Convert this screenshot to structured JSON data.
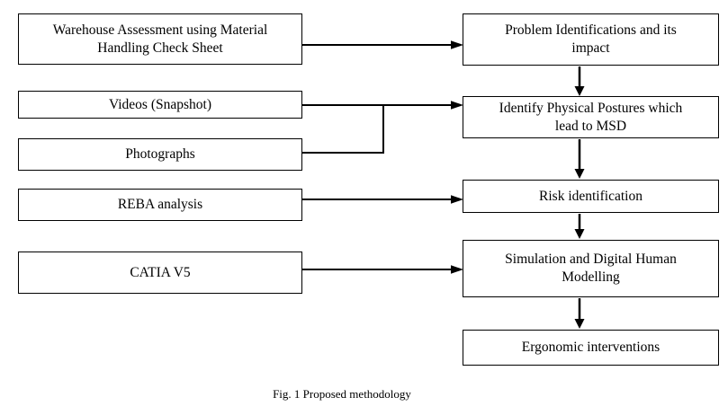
{
  "diagram": {
    "left_boxes": [
      {
        "label": "Warehouse Assessment using Material Handling Check Sheet"
      },
      {
        "label": "Videos (Snapshot)"
      },
      {
        "label": "Photographs"
      },
      {
        "label": "REBA analysis"
      },
      {
        "label": "CATIA V5"
      }
    ],
    "right_boxes": [
      {
        "label": "Problem Identifications and its impact"
      },
      {
        "label": "Identify Physical Postures which lead to MSD"
      },
      {
        "label": "Risk identification"
      },
      {
        "label": "Simulation and Digital Human Modelling"
      },
      {
        "label": "Ergonomic interventions"
      }
    ],
    "caption": "Fig. 1 Proposed methodology",
    "colors": {
      "line": "#000000",
      "box_border": "#000000",
      "text": "#000000",
      "background": "#ffffff"
    }
  }
}
